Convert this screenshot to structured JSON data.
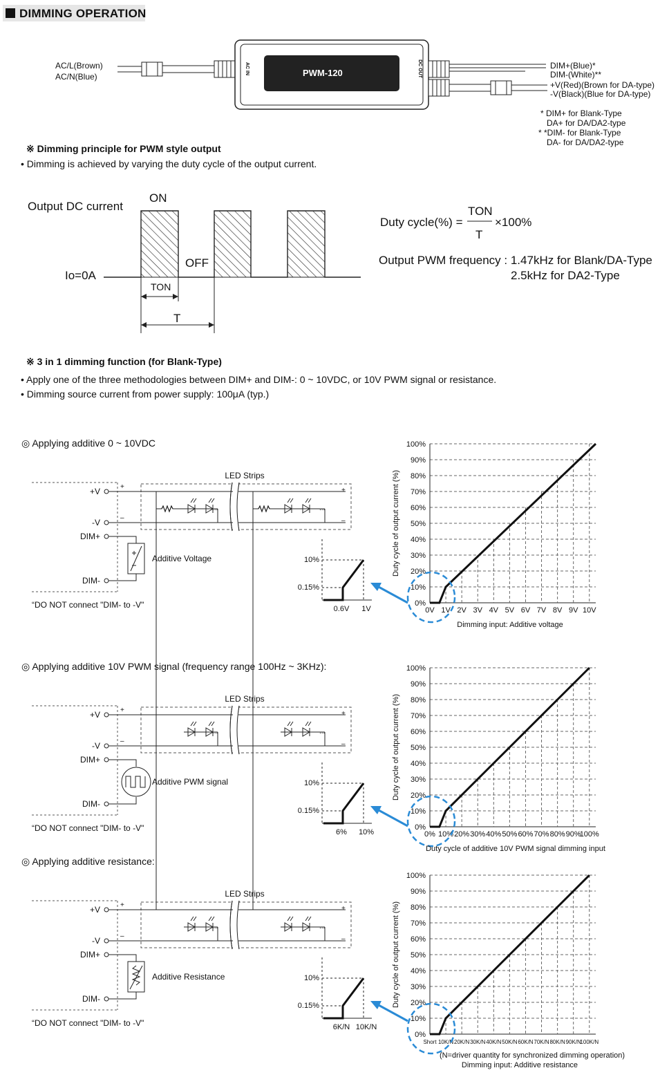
{
  "header": {
    "title": "DIMMING OPERATION"
  },
  "device": {
    "model": "PWM-120",
    "ac_in_label": "AC IN",
    "dc_out_label": "DC OUT",
    "left_wires": [
      "AC/L(Brown)",
      "AC/N(Blue)"
    ],
    "right_wires": [
      "DIM+(Blue)*",
      "DIM-(White)**",
      "+V(Red)(Brown for DA-type)",
      "-V(Black)(Blue for DA-type)"
    ],
    "notes": [
      "* DIM+ for Blank-Type",
      "DA+ for DA/DA2-type",
      "* *DIM- for Blank-Type",
      "DA- for DA/DA2-type"
    ]
  },
  "principle": {
    "heading": "※ Dimming principle for PWM style output",
    "bullet": "• Dimming is achieved by varying the duty cycle of the output current.",
    "output_label": "Output DC current",
    "on_label": "ON",
    "off_label": "OFF",
    "io_label": "Io=0A",
    "ton_label": "TON",
    "t_label": "T",
    "duty_lhs": "Duty cycle(%) =",
    "duty_num": "TON",
    "duty_den": "T",
    "duty_mult": "×100%",
    "freq_line1": "Output PWM frequency : 1.47kHz for Blank/DA-Type",
    "freq_line2": "2.5kHz for DA2-Type"
  },
  "three_in_one": {
    "heading": "※ 3 in 1 dimming function (for Blank-Type)",
    "bullets": [
      "• Apply one of the three methodologies between DIM+ and DIM-: 0 ~ 10VDC, or 10V PWM signal or resistance.",
      "• Dimming source current from power supply: 100μA (typ.)"
    ]
  },
  "sections": [
    {
      "title": "◎ Applying additive 0 ~ 10VDC",
      "led_label": "LED Strips",
      "pins": [
        "+V",
        "-V",
        "DIM+",
        "DIM-"
      ],
      "source_label": "Additive Voltage",
      "warning": "“DO NOT connect \"DIM- to -V\"",
      "inset": {
        "y_labels": [
          "10%",
          "0.15%"
        ],
        "x_labels": [
          "0.6V",
          "1V"
        ]
      },
      "xlabel": "Dimming input: Additive voltage",
      "ylabel": "Duty cycle of output current (%)"
    },
    {
      "title": "◎ Applying additive 10V PWM signal (frequency range 100Hz ~ 3KHz):",
      "led_label": "LED Strips",
      "pins": [
        "+V",
        "-V",
        "DIM+",
        "DIM-"
      ],
      "source_label": "Additive PWM signal",
      "warning": "“DO NOT connect \"DIM- to -V\"",
      "inset": {
        "y_labels": [
          "10%",
          "0.15%"
        ],
        "x_labels": [
          "6%",
          "10%"
        ]
      },
      "xlabel": "Duty cycle of additive 10V PWM signal dimming input",
      "ylabel": "Duty cycle of output current (%)"
    },
    {
      "title": "◎  Applying additive resistance:",
      "led_label": "LED Strips",
      "pins": [
        "+V",
        "-V",
        "DIM+",
        "DIM-"
      ],
      "source_label": "Additive Resistance",
      "warning": "“DO NOT connect \"DIM- to -V\"",
      "inset": {
        "y_labels": [
          "10%",
          "0.15%"
        ],
        "x_labels": [
          "6K/N",
          "10K/N"
        ]
      },
      "xlabel_note": "(N=driver quantity for synchronized dimming operation)",
      "xlabel": "Dimming input: Additive resistance",
      "ylabel": "Duty cycle of output current (%)"
    }
  ],
  "chart_data": [
    {
      "type": "line",
      "title": "",
      "xlabel": "Dimming input: Additive voltage",
      "ylabel": "Duty cycle of output current (%)",
      "categories": [
        "0V",
        "1V",
        "2V",
        "3V",
        "4V",
        "5V",
        "6V",
        "7V",
        "8V",
        "9V",
        "10V"
      ],
      "y_ticks": [
        "0%",
        "10%",
        "20%",
        "30%",
        "40%",
        "50%",
        "60%",
        "70%",
        "80%",
        "90%",
        "100%"
      ],
      "x": [
        0,
        0.6,
        1,
        10.4
      ],
      "y": [
        0,
        0,
        10,
        100
      ],
      "ylim": [
        0,
        100
      ],
      "grid": true
    },
    {
      "type": "line",
      "title": "",
      "xlabel": "Duty cycle of additive 10V PWM signal dimming input",
      "ylabel": "Duty cycle of output current (%)",
      "categories": [
        "0%",
        "10%",
        "20%",
        "30%",
        "40%",
        "50%",
        "60%",
        "70%",
        "80%",
        "90%",
        "100%"
      ],
      "y_ticks": [
        "0%",
        "10%",
        "20%",
        "30%",
        "40%",
        "50%",
        "60%",
        "70%",
        "80%",
        "90%",
        "100%"
      ],
      "x": [
        0,
        6,
        10,
        100
      ],
      "y": [
        0,
        0,
        10,
        100
      ],
      "ylim": [
        0,
        100
      ],
      "grid": true
    },
    {
      "type": "line",
      "title": "",
      "xlabel": "Dimming input: Additive resistance",
      "ylabel": "Duty cycle of output current (%)",
      "categories": [
        "Short",
        "10K/N",
        "20K/N",
        "30K/N",
        "40K/N",
        "50K/N",
        "60K/N",
        "70K/N",
        "80K/N",
        "90K/N",
        "100K/N"
      ],
      "y_ticks": [
        "0%",
        "10%",
        "20%",
        "30%",
        "40%",
        "50%",
        "60%",
        "70%",
        "80%",
        "90%",
        "100%"
      ],
      "x": [
        0,
        6,
        10,
        100
      ],
      "y": [
        0,
        0,
        10,
        100
      ],
      "ylim": [
        0,
        100
      ],
      "grid": true
    }
  ]
}
